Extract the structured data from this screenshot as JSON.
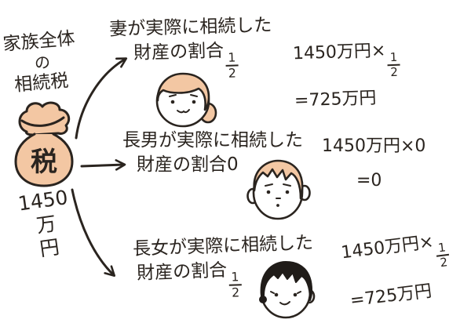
{
  "colors": {
    "ink": "#2a241f",
    "peach": "#f3c7a3",
    "hair_black": "#201c19",
    "paper": "#ffffff"
  },
  "title": {
    "line1": "家族全体",
    "line2": "の",
    "line3": "相続税"
  },
  "bag": {
    "label": "税",
    "amount": {
      "line1": "1450",
      "line2": "万",
      "line3": "円"
    }
  },
  "wife": {
    "desc1": "妻が実際に相続した",
    "desc2": "財産の割合",
    "frac_num": "1",
    "frac_den": "2",
    "calc1": "1450万円×",
    "calc1_frac_num": "1",
    "calc1_frac_den": "2",
    "calc2": "=725万円"
  },
  "son": {
    "desc1": "長男が実際に相続した",
    "desc2": "財産の割合0",
    "calc1": "1450万円×0",
    "calc2": "=0"
  },
  "daughter": {
    "desc1": "長女が実際に相続した",
    "desc2": "財産の割合",
    "frac_num": "1",
    "frac_den": "2",
    "calc1": "1450万円×",
    "calc1_frac_num": "1",
    "calc1_frac_den": "2",
    "calc2": "=725万円"
  }
}
